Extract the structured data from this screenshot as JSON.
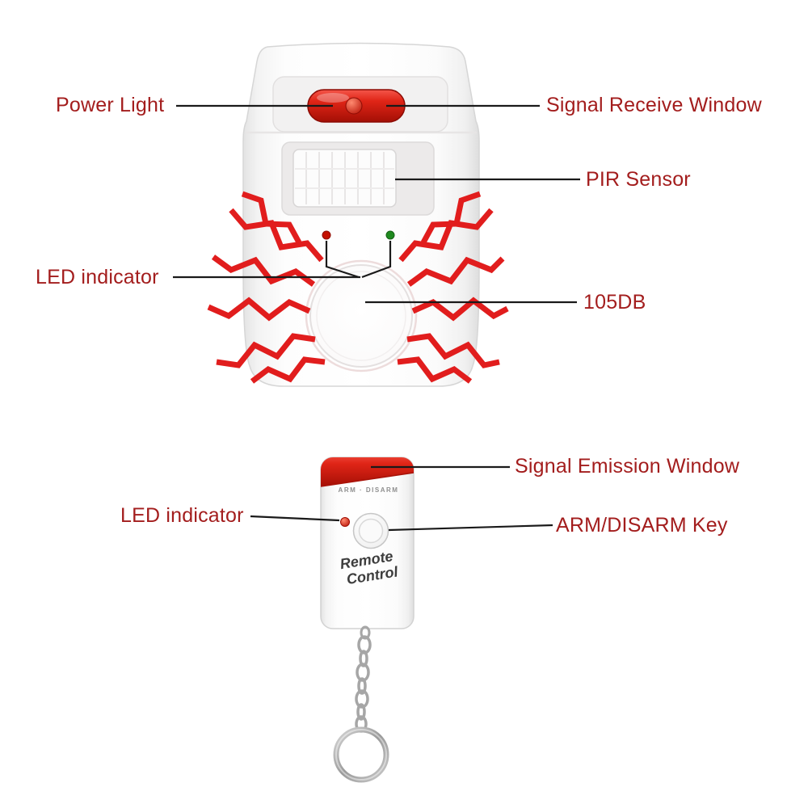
{
  "page": {
    "background": "#ffffff"
  },
  "colors": {
    "label_text": "#a31d1d",
    "accent_red": "#e02517",
    "bolt_red": "#e11d1d",
    "led_green": "#1f8a1f",
    "led_red": "#c31000",
    "leader_line": "#1a1a1a"
  },
  "alarm": {
    "labels": {
      "power_light": "Power Light",
      "signal_receive_window": "Signal Receive Window",
      "pir_sensor": "PIR Sensor",
      "led_indicator": "LED indicator",
      "loudness": "105DB"
    }
  },
  "remote": {
    "labels": {
      "signal_emission_window": "Signal Emission Window",
      "led_indicator": "LED indicator",
      "arm_disarm_key": "ARM/DISARM Key"
    },
    "prints": {
      "arm_disarm": "ARM · DISARM",
      "brand_line1": "Remote",
      "brand_line2": "Control"
    }
  }
}
